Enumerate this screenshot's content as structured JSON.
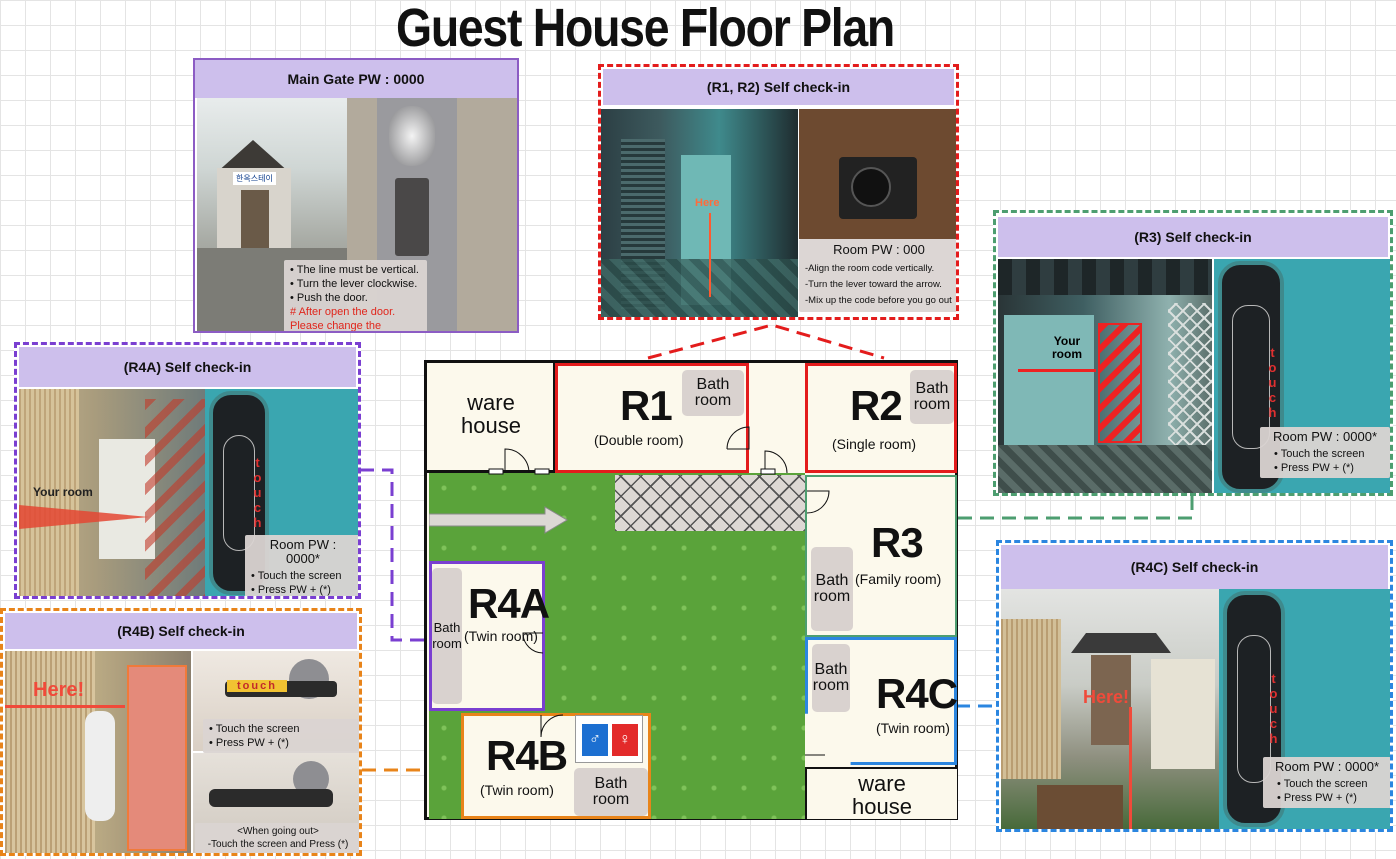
{
  "title": "Guest House Floor Plan",
  "main_gate": {
    "heading": "Main Gate PW : 0000",
    "sign": "한옥스테이",
    "notes": [
      "The line must be vertical.",
      "Turn the lever clockwise.",
      "Push the door."
    ],
    "warning": "# After open the door. Please change the number!"
  },
  "r1r2": {
    "heading": "(R1, R2)  Self check-in",
    "here": "Here",
    "pw": "Room PW : 000",
    "notes": [
      "-Align the room code vertically.",
      "-Turn the lever toward the arrow.",
      "-Mix up the code before you go out"
    ]
  },
  "r3": {
    "heading": "(R3)  Self check-in",
    "your_room": "Your room",
    "touch": "touch",
    "pw": "Room PW : 0000*",
    "notes": [
      "Touch the screen",
      "Press PW + (*)"
    ]
  },
  "r4a": {
    "heading": "(R4A)  Self check-in",
    "your_room": "Your room",
    "touch": "touch",
    "pw": "Room PW : 0000*",
    "notes": [
      "Touch the screen",
      "Press PW + (*)"
    ]
  },
  "r4b": {
    "heading": "(R4B)  Self check-in",
    "here": "Here!",
    "touch": "touch",
    "notes": [
      "Touch the screen",
      "Press PW + (*)"
    ],
    "out_1": "<When going out>",
    "out_2": "-Touch the screen and Press (*)"
  },
  "r4c": {
    "heading": "(R4C)  Self check-in",
    "here": "Here!",
    "touch": "touch",
    "pw": "Room PW : 0000*",
    "notes": [
      "Touch the screen",
      "Press PW + (*)"
    ]
  },
  "plan": {
    "warehouse_1": [
      "ware",
      "house"
    ],
    "warehouse_2": [
      "ware",
      "house"
    ],
    "bath_room": [
      "Bath",
      "room"
    ],
    "r1": {
      "id": "R1",
      "type": "(Double room)"
    },
    "r2": {
      "id": "R2",
      "type": "(Single room)"
    },
    "r3": {
      "id": "R3",
      "type": "(Family room)"
    },
    "r4a": {
      "id": "R4A",
      "type": "(Twin room)"
    },
    "r4b": {
      "id": "R4B",
      "type": "(Twin room)"
    },
    "r4c": {
      "id": "R4C",
      "type": "(Twin room)"
    }
  },
  "colors": {
    "r1r2": "#e31c1c",
    "r3": "#4d9e70",
    "r4a": "#7a3fd1",
    "r4b": "#e8841a",
    "r4c": "#2b86e0",
    "main_gate": "#8c5cc4",
    "panel_head": "#cdbfec"
  }
}
